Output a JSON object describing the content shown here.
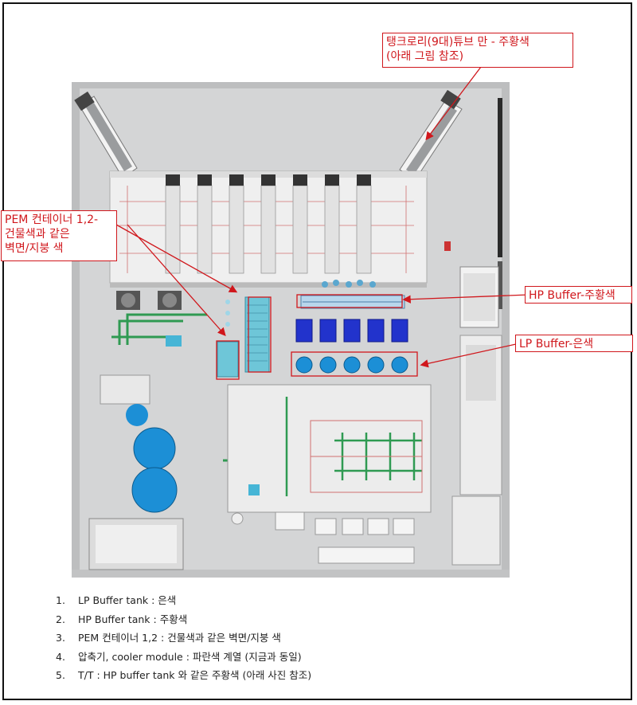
{
  "callouts": {
    "tube_trailer": {
      "line1": "탱크로리(9대)튜브 만 - 주황색",
      "line2": "(아래 그림 참조)"
    },
    "pem": {
      "line1": "PEM 컨테이너 1,2-",
      "line2": "건물색과 같은",
      "line3": "벽면/지붕 색"
    },
    "hp_buffer": "HP Buffer-주황색",
    "lp_buffer": "LP Buffer-은색"
  },
  "legend": [
    {
      "num": "1.",
      "text": "LP Buffer tank : 은색"
    },
    {
      "num": "2.",
      "text": "HP Buffer tank : 주황색"
    },
    {
      "num": "3.",
      "text": "PEM 컨테이너 1,2 : 건물색과 같은 벽면/지붕 색"
    },
    {
      "num": "4.",
      "text": "압축기, cooler module : 파란색 계열 (지금과 동일)"
    },
    {
      "num": "5.",
      "text": "T/T : HP buffer tank 와 같은 주황색 (아래 사진 참조)"
    }
  ],
  "colors": {
    "annotation_red": "#d0171c",
    "floor_gray": "#d2d3d4",
    "compressor_blue": "#2233cc",
    "tank_blue": "#1c8fd6",
    "pipe_green": "#2f9a52",
    "hp_buffer_light_blue": "#b8d6ec"
  }
}
